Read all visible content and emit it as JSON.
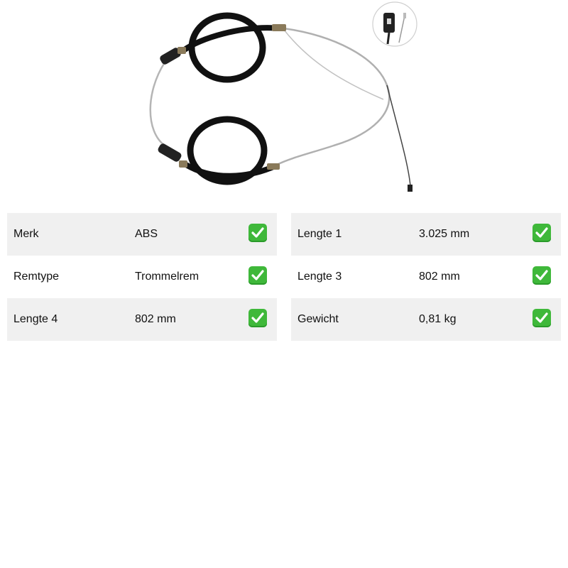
{
  "product": {
    "image_icon": "handbrake-cable-product-image",
    "detail_icon": "cable-end-detail-icon"
  },
  "specs": {
    "left": [
      {
        "label": "Merk",
        "value": "ABS",
        "shaded": true
      },
      {
        "label": "Remtype",
        "value": "Trommelrem",
        "shaded": false
      },
      {
        "label": "Lengte 4",
        "value": "802 mm",
        "shaded": true
      }
    ],
    "right": [
      {
        "label": "Lengte 1",
        "value": "3.025 mm",
        "shaded": true
      },
      {
        "label": "Lengte 3",
        "value": "802 mm",
        "shaded": false
      },
      {
        "label": "Gewicht",
        "value": "0,81 kg",
        "shaded": true
      }
    ]
  },
  "colors": {
    "row_shade": "#f0f0f0",
    "check_green": "#3fb83a",
    "cable_black": "#111111",
    "wire_silver": "#a8a8a8"
  }
}
